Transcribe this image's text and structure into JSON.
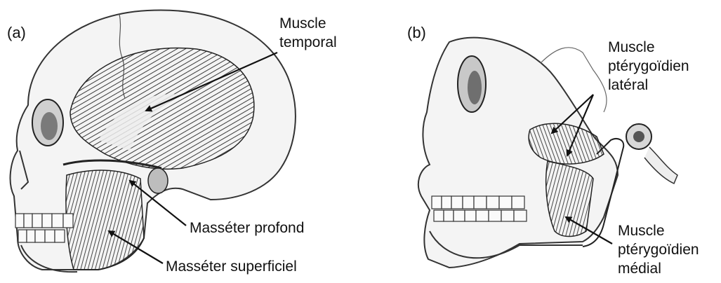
{
  "panel_a": {
    "tag": "(a)",
    "labels": {
      "temporal_line1": "Muscle",
      "temporal_line2": "temporal",
      "masseter_deep": "Masséter profond",
      "masseter_superficial": "Masséter superficiel"
    }
  },
  "panel_b": {
    "tag": "(b)",
    "labels": {
      "lateral_line1": "Muscle",
      "lateral_line2": "ptérygoïdien",
      "lateral_line3": "latéral",
      "medial_line1": "Muscle",
      "medial_line2": "ptérygoïdien",
      "medial_line3": "médial"
    }
  }
}
